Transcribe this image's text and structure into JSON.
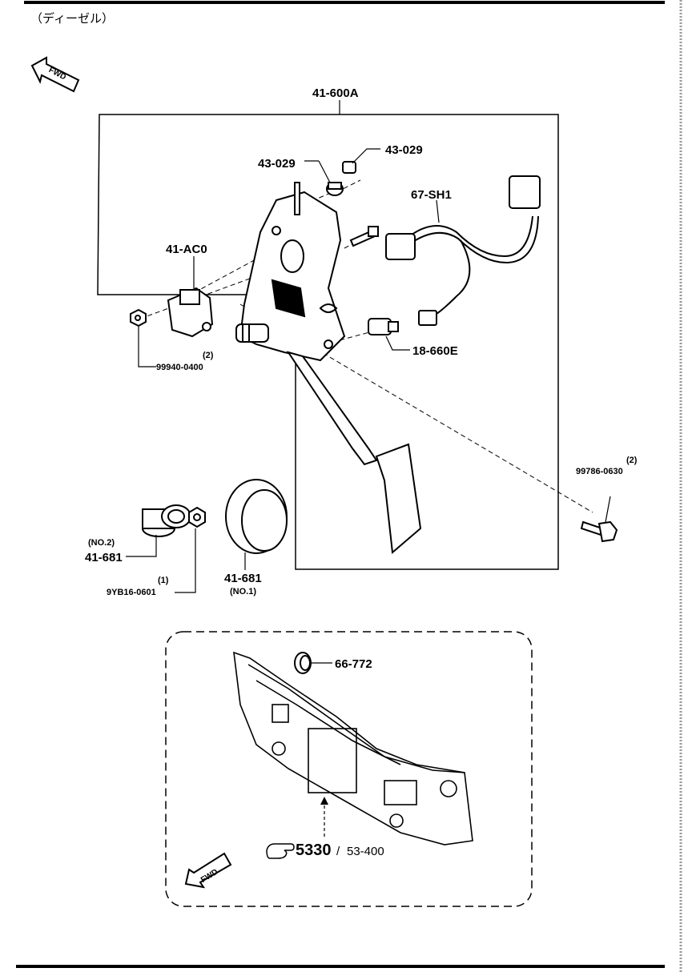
{
  "header": {
    "title": "（ディーゼル）"
  },
  "fwd_label": "FWD",
  "assembly": {
    "label": "41-600A"
  },
  "parts": {
    "p43029_left": "43-029",
    "p43029_right": "43-029",
    "p67sh1": "67-SH1",
    "p41ac0": "41-AC0",
    "p18660e": "18-660E",
    "p99940_qty": "(2)",
    "p99940": "99940-0400",
    "p99786_qty": "(2)",
    "p99786": "99786-0630",
    "p41681_no2_sub": "(NO.2)",
    "p41681_no2": "41-681",
    "p9yb16_qty": "(1)",
    "p9yb16": "9YB16-0601",
    "p41681_no1": "41-681",
    "p41681_no1_sub": "(NO.1)",
    "p66772": "66-772"
  },
  "reference": {
    "main": "5330",
    "separator": "/",
    "sub": "53-400"
  }
}
